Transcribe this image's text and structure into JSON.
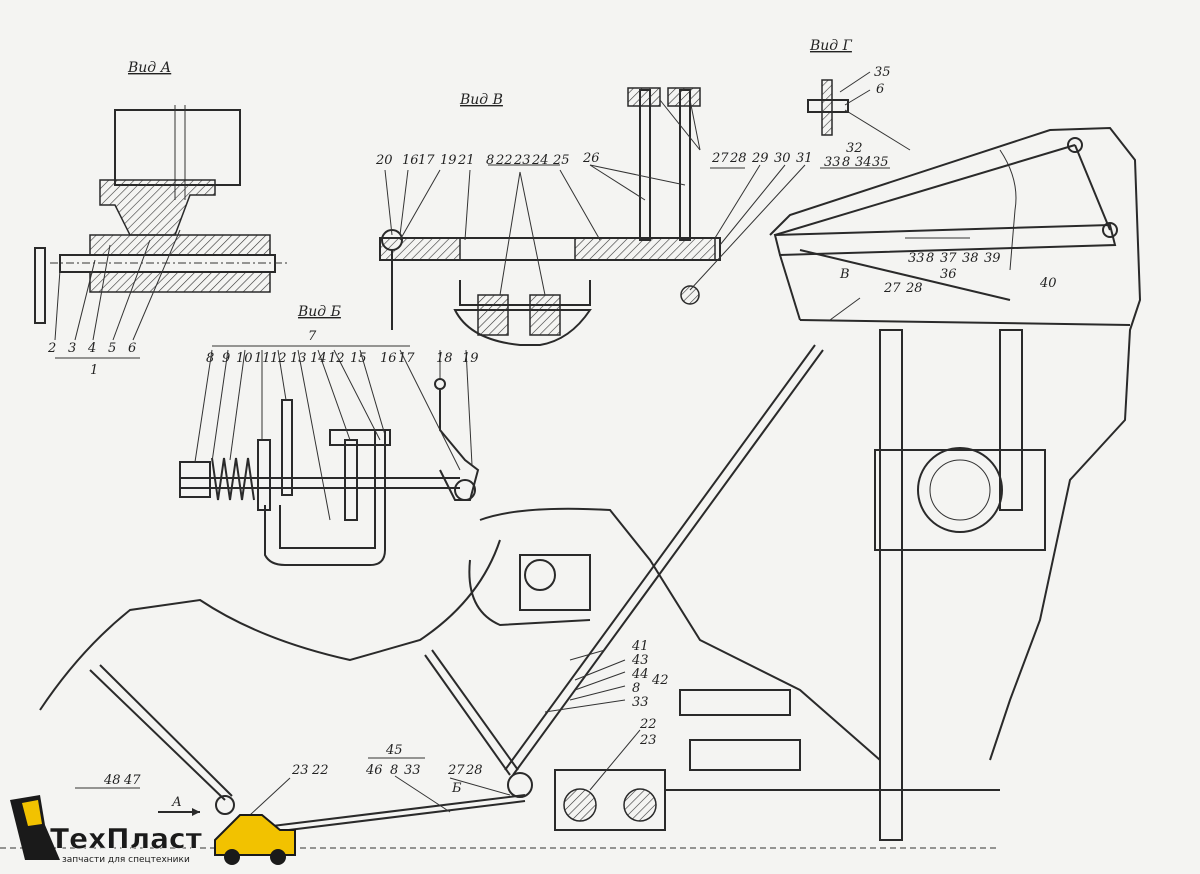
{
  "views": {
    "a": "Вид А",
    "b": "Вид Б",
    "v": "Вид В",
    "g": "Вид Г"
  },
  "labels": {
    "viewA": [
      "2",
      "3",
      "4",
      "5",
      "6",
      "1"
    ],
    "viewB": [
      "7",
      "8",
      "9",
      "10",
      "11",
      "12",
      "13",
      "14",
      "12",
      "15",
      "16",
      "17",
      "18",
      "19"
    ],
    "viewV": [
      "20",
      "16",
      "17",
      "19",
      "21",
      "8",
      "22",
      "23",
      "24",
      "25",
      "26",
      "27",
      "28",
      "29",
      "30",
      "31"
    ],
    "viewG": [
      "35",
      "6",
      "32",
      "33",
      "8",
      "34",
      "35",
      "33",
      "8",
      "37",
      "38",
      "39",
      "36",
      "40",
      "В",
      "27",
      "28"
    ],
    "main": [
      "41",
      "43",
      "44",
      "8",
      "33",
      "42",
      "22",
      "23",
      "45",
      "46",
      "8",
      "33",
      "27",
      "28",
      "Б",
      "23",
      "22",
      "48",
      "47",
      "А"
    ]
  },
  "logo": {
    "name": "ТехПласт",
    "tagline": "запчасти для спецтехники"
  },
  "colors": {
    "ink": "#2a2a2a",
    "paper": "#f4f4f2",
    "logo_dark": "#1a1a1a",
    "logo_yellow": "#f2c200"
  }
}
